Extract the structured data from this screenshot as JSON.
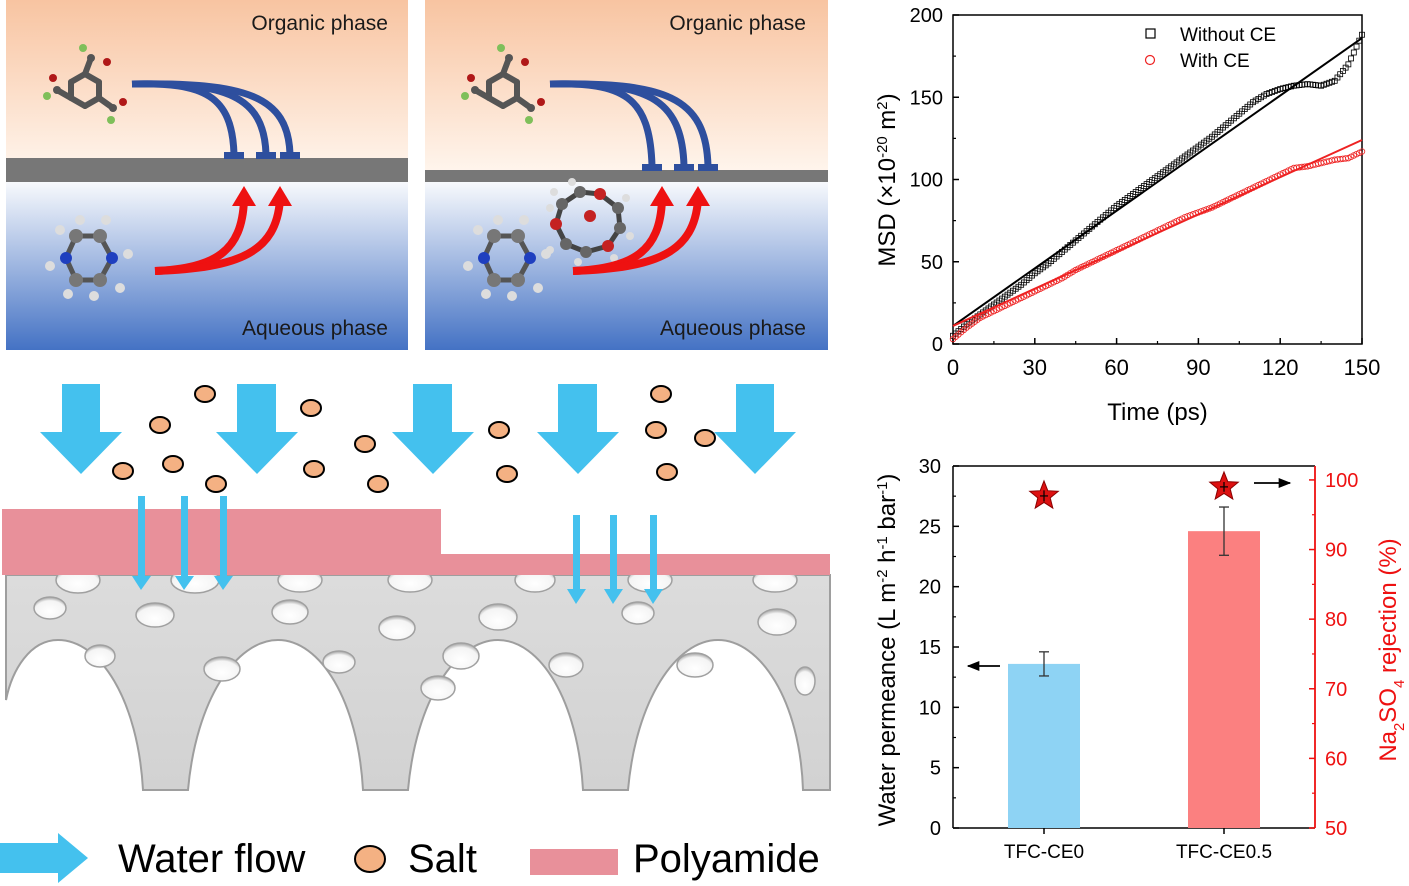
{
  "panels": {
    "left": {
      "organic_label": "Organic phase",
      "aqueous_label": "Aqueous phase"
    },
    "right": {
      "organic_label": "Organic phase",
      "aqueous_label": "Aqueous phase"
    }
  },
  "legend": {
    "water_flow": "Water flow",
    "salt": "Salt",
    "polyamide": "Polyamide"
  },
  "colors": {
    "organic": "#f8c7a6",
    "aqueous": "#4a74c9",
    "water_arrow": "#3fc0ee",
    "salt_fill": "#f4b183",
    "polyamide": "#e8909a",
    "support": "#d9d9d9",
    "blue_arrow": "#2e4f9e",
    "red_arrow": "#ee1111",
    "black_series": "#000000",
    "red_series": "#ee2222",
    "bar_blue": "#8ed3f4",
    "bar_red": "#fb8080"
  },
  "chart_data": [
    {
      "type": "scatter",
      "xlabel": "Time (ps)",
      "ylabel_parts": [
        "MSD (×10",
        "-20",
        " m",
        "2",
        ")"
      ],
      "xlim": [
        0,
        150
      ],
      "ylim": [
        0,
        200
      ],
      "xticks": [
        "0",
        "30",
        "60",
        "90",
        "120",
        "150"
      ],
      "yticks": [
        "0",
        "50",
        "100",
        "150",
        "200"
      ],
      "legend_position": "top-right",
      "series": [
        {
          "name": "Without CE",
          "marker": "square",
          "color": "#000000",
          "fit": [
            [
              0,
              11
            ],
            [
              150,
              186
            ]
          ],
          "x": [
            0,
            5,
            10,
            15,
            20,
            25,
            30,
            35,
            40,
            45,
            50,
            55,
            60,
            65,
            70,
            75,
            80,
            85,
            90,
            95,
            100,
            105,
            110,
            115,
            120,
            125,
            130,
            135,
            140,
            145,
            150
          ],
          "y": [
            5,
            12,
            18,
            24,
            30,
            36,
            43,
            49,
            56,
            63,
            70,
            77,
            84,
            90,
            96,
            102,
            108,
            114,
            120,
            126,
            133,
            140,
            147,
            152,
            155,
            157,
            158,
            157,
            160,
            170,
            188
          ]
        },
        {
          "name": "With CE",
          "marker": "circle",
          "color": "#ee2222",
          "fit": [
            [
              0,
              11
            ],
            [
              150,
              124
            ]
          ],
          "x": [
            0,
            5,
            10,
            15,
            20,
            25,
            30,
            35,
            40,
            45,
            50,
            55,
            60,
            65,
            70,
            75,
            80,
            85,
            90,
            95,
            100,
            105,
            110,
            115,
            120,
            125,
            130,
            135,
            140,
            145,
            150
          ],
          "y": [
            3,
            10,
            16,
            20,
            24,
            28,
            32,
            36,
            40,
            45,
            49,
            53,
            57,
            61,
            65,
            69,
            73,
            77,
            80,
            83,
            87,
            91,
            95,
            99,
            103,
            107,
            108,
            110,
            112,
            113,
            117
          ]
        }
      ]
    },
    {
      "type": "bar",
      "categories": [
        "TFC-CE0",
        "TFC-CE0.5"
      ],
      "ylabel_left_parts": [
        "Water permeance (L m",
        "-2",
        " h",
        "-1",
        " bar",
        "-1",
        ")"
      ],
      "ylabel_right_parts": [
        "Na",
        "2",
        "SO",
        "4",
        " rejection (%)"
      ],
      "ylim_left": [
        0,
        30
      ],
      "ylim_right": [
        50,
        102
      ],
      "yticks_left": [
        "0",
        "5",
        "10",
        "15",
        "20",
        "25",
        "30"
      ],
      "yticks_right": [
        "50",
        "60",
        "70",
        "80",
        "90",
        "100"
      ],
      "series": [
        {
          "axis": "left",
          "type": "bar",
          "values": [
            13.6,
            24.6
          ],
          "errors": [
            1.0,
            2.0
          ],
          "colors": [
            "#8ed3f4",
            "#fb8080"
          ]
        },
        {
          "axis": "right",
          "type": "star",
          "values": [
            97.7,
            99.0
          ],
          "errors": [
            0.8,
            0.7
          ],
          "color": "#dd1111"
        }
      ]
    }
  ]
}
